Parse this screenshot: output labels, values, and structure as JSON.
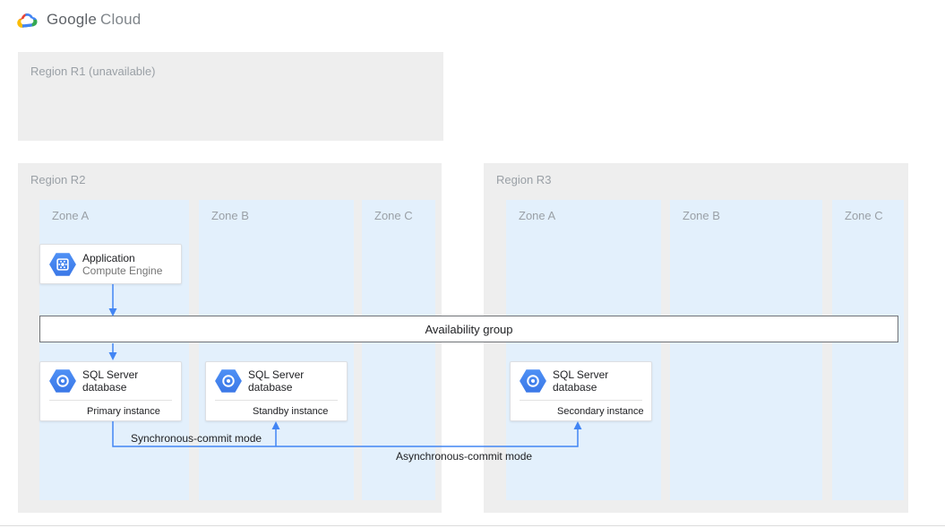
{
  "logo": {
    "google": "Google",
    "cloud": "Cloud"
  },
  "regions": {
    "r1": {
      "label": "Region R1 (unavailable)"
    },
    "r2": {
      "label": "Region R2",
      "zones": [
        "Zone A",
        "Zone B",
        "Zone C"
      ]
    },
    "r3": {
      "label": "Region R3",
      "zones": [
        "Zone A",
        "Zone B",
        "Zone C"
      ]
    }
  },
  "nodes": {
    "application": {
      "title": "Application",
      "subtitle": "Compute Engine"
    },
    "availability_group": "Availability group",
    "sql_primary": {
      "title": "SQL Server database",
      "instance": "Primary instance"
    },
    "sql_standby": {
      "title": "SQL Server database",
      "instance": "Standby instance"
    },
    "sql_secondary": {
      "title": "SQL Server database",
      "instance": "Secondary instance"
    }
  },
  "edges": {
    "sync_label": "Synchronous-commit mode",
    "async_label": "Asynchronous-commit mode"
  },
  "colors": {
    "region_bg": "#eeeeee",
    "zone_bg": "#e3f0fc",
    "label_gray": "#9aa0a6",
    "arrow_blue": "#4285f4",
    "icon_blue": "#4285f4",
    "text_dark": "#202124",
    "text_gray": "#757575",
    "google_red": "#ea4335",
    "google_blue": "#4285f4",
    "google_yellow": "#fbbc05",
    "google_green": "#34a853"
  }
}
